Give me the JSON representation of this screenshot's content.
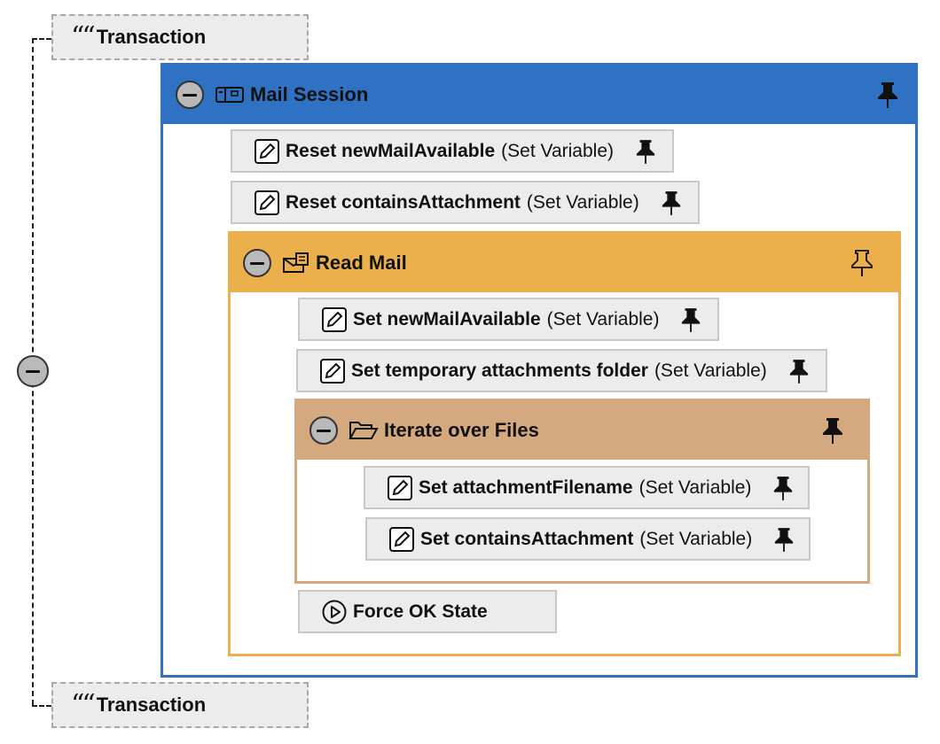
{
  "transaction_top": {
    "label": "Transaction",
    "icon": "quote-icon"
  },
  "transaction_bottom": {
    "label": "Transaction",
    "icon": "quote-icon"
  },
  "mail_session": {
    "label": "Mail Session",
    "icon": "mailbox-icon",
    "header_color": "#2f72c4",
    "steps": [
      {
        "name": "Reset newMailAvailable",
        "type": "(Set Variable)"
      },
      {
        "name": "Reset containsAttachment",
        "type": "(Set Variable)"
      }
    ]
  },
  "read_mail": {
    "label": "Read Mail",
    "icon": "read-mail-icon",
    "header_color": "#ebb04c",
    "steps": [
      {
        "name": "Set newMailAvailable",
        "type": "(Set Variable)"
      },
      {
        "name": "Set temporary attachments folder",
        "type": "(Set Variable)"
      }
    ],
    "force_ok": {
      "label": "Force OK State",
      "icon": "play-circle-icon"
    }
  },
  "iterate_files": {
    "label": "Iterate over Files",
    "icon": "folder-open-icon",
    "header_color": "#d4a97f",
    "steps": [
      {
        "name": "Set attachmentFilename",
        "type": "(Set Variable)"
      },
      {
        "name": "Set containsAttachment",
        "type": "(Set Variable)"
      }
    ]
  }
}
